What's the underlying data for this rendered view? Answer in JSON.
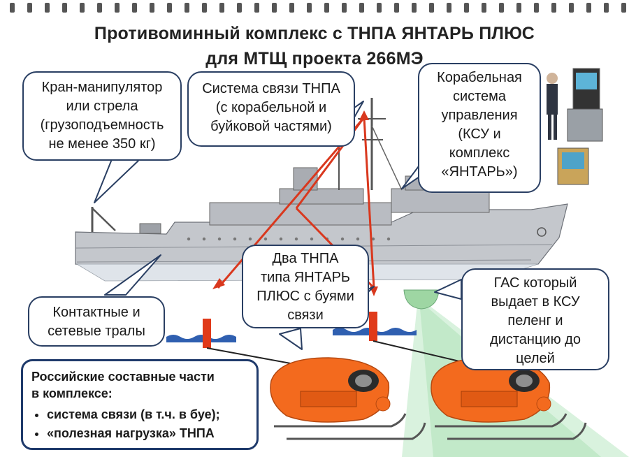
{
  "title": {
    "line1": "Противоминный комплекс с ТНПА ЯНТАРЬ ПЛЮС",
    "line2": "для МТЩ проекта 266МЭ"
  },
  "callouts": {
    "crane": [
      "Кран-манипулятор",
      "или стрела",
      "(грузоподъемность",
      "не менее 350 кг)"
    ],
    "comm": [
      "Система связи ТНПА",
      "(с корабельной и",
      "буйковой частями)"
    ],
    "control": [
      "Корабельная",
      "система",
      "управления",
      "(КСУ и",
      "комплекс",
      "«ЯНТАРЬ»)"
    ],
    "trawls": [
      "Контактные и",
      "сетевые тралы"
    ],
    "rovs": [
      "Два ТНПА",
      "типа ЯНТАРЬ",
      "ПЛЮС с буями",
      "связи"
    ],
    "sonar": [
      "ГАС который",
      "выдает в КСУ",
      "пеленг и",
      "дистанцию до",
      "целей"
    ]
  },
  "russian_parts": {
    "heading": [
      "Российские составные части",
      "в комплексе:"
    ],
    "items": [
      "система связи (в т.ч. в буе);",
      "«полезная нагрузка» ТНПА"
    ]
  },
  "colors": {
    "callout_border": "#2a3f63",
    "arrow": "#d9381e",
    "rov_body": "#f36a1e",
    "water": "#2f5fb0",
    "buoy": "#e03a1a",
    "sonar_beam": "#9ed6a3"
  }
}
